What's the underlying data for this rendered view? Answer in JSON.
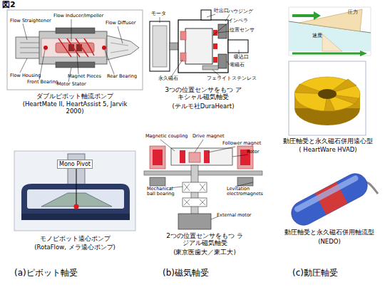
{
  "diagram": {
    "title": "図2",
    "labels": [
      "Flow Straightener",
      "Flow Inducer/Impeller",
      "Flow Diffuser",
      "Flow Housing",
      "Front Bearing",
      "Magnet Pieces",
      "Rear Bearing",
      "Motor Stator",
      "ダブルピボット軸流ポンプ",
      "(HeartMate II, HeartAssist 5, Jarvik 2000)",
      "モータ",
      "吐出口",
      "ハウジング",
      "インペラ",
      "位置センサ",
      "吸込口",
      "電磁石",
      "永久磁石",
      "フェライトステンレス",
      "3つの位置センサをもつ アキシャル磁気軸受",
      "(テルモ社DuraHeart)",
      "圧力",
      "速度",
      "動圧軸受と永久磁石併用遠心型",
      "( HeartWare HVAD)",
      "Mono Pivot",
      "モノピボット遠心ポンプ",
      "(RotaFlow, メラ遠心ポンプ)",
      "Magnetic coupling",
      "Drive magnet",
      "Follower magnet",
      "Rotor",
      "Levitation electromagnets",
      "Mechanical ball bearing",
      "External motor",
      "2つの位置センサをもつ ラジアル磁気軸受",
      "(東京医歯大／東工大)",
      "動圧軸受と永久磁石併用軸流型",
      "(NEDO)",
      "(a)ピボット軸受",
      "(b)磁気軸受",
      "(c)動圧軸受"
    ]
  }
}
